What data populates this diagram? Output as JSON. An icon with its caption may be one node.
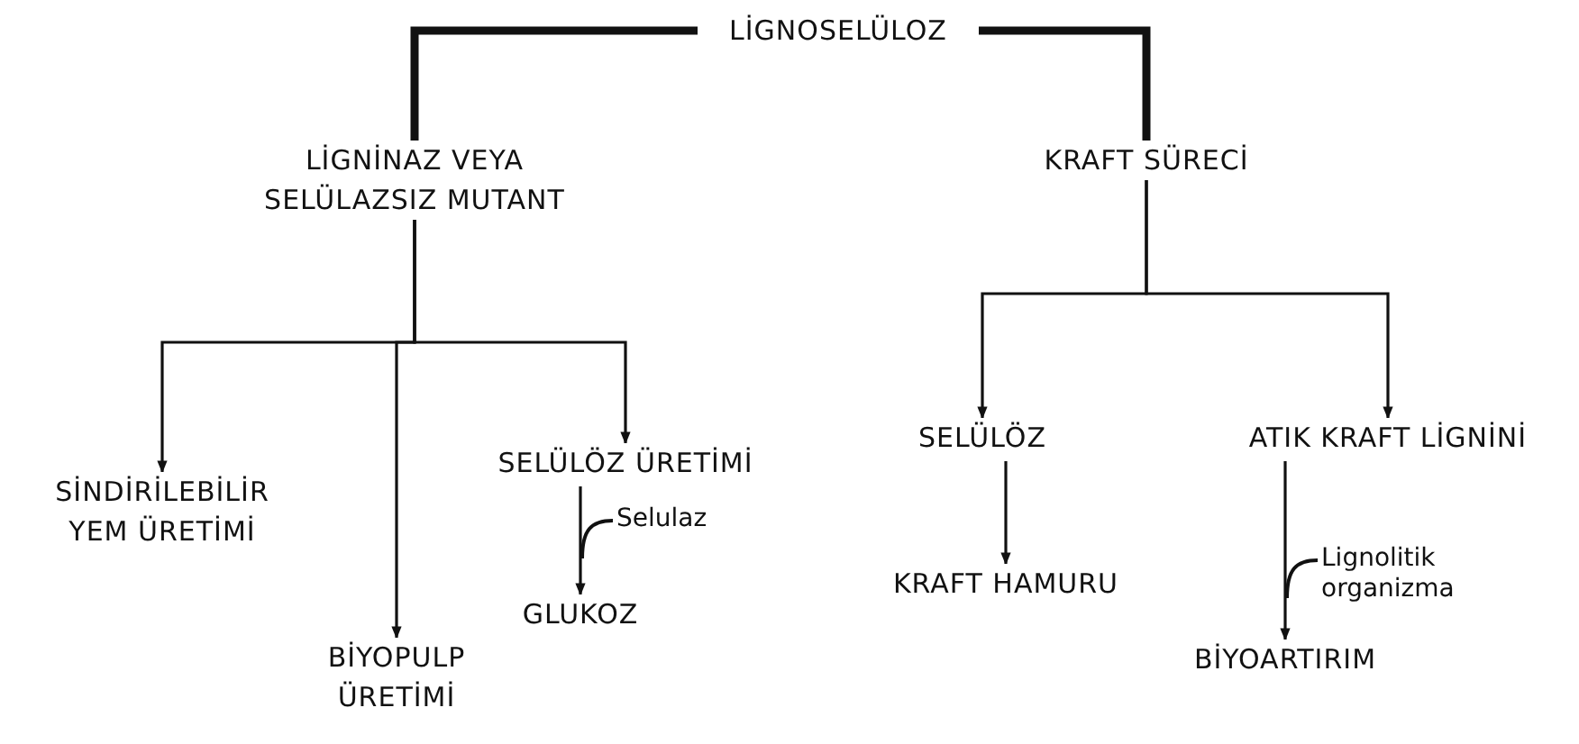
{
  "diagram": {
    "nodes": [
      {
        "text": [
          "LİGNOSELÜLOZ"
        ]
      },
      {
        "text": [
          "LİGNİNAZ VEYA SELÜLAZSIZ MUTANT"
        ]
      },
      {
        "text": [
          "KRAFT SÜRECİ"
        ]
      },
      {
        "text": [
          "SİNDİRİLEBİLİR YEM ÜRETİMİ"
        ]
      },
      {
        "text": [
          "BİYOPULP ÜRETİMİ"
        ]
      },
      {
        "text": [
          "SELÜLÖZ ÜRETİMİ"
        ]
      },
      {
        "text": [
          "GLUKOZ"
        ]
      },
      {
        "text": [
          "SELÜLÖZ"
        ]
      },
      {
        "text": [
          "ATIK KRAFT LİGNİNİ"
        ]
      },
      {
        "text": [
          "KRAFT HAMURU"
        ]
      },
      {
        "text": [
          "BİYOARTIRIM"
        ]
      }
    ],
    "edges": [
      {
        "from": 0,
        "to": 1,
        "arrow": "none",
        "style": "thick"
      },
      {
        "from": 0,
        "to": 2,
        "arrow": "none",
        "style": "thick"
      },
      {
        "from": 1,
        "to": 3,
        "arrow": "to"
      },
      {
        "from": 1,
        "to": 4,
        "arrow": "to"
      },
      {
        "from": 1,
        "to": 5,
        "arrow": "to"
      },
      {
        "from": 2,
        "to": 7,
        "arrow": "to"
      },
      {
        "from": 2,
        "to": 8,
        "arrow": "to"
      },
      {
        "from": 5,
        "to": 6,
        "arrow": "to",
        "label": "Selulaz"
      },
      {
        "from": 7,
        "to": 9,
        "arrow": "to"
      },
      {
        "from": 8,
        "to": 10,
        "arrow": "to",
        "label": "Lignolitik organizma"
      }
    ]
  }
}
